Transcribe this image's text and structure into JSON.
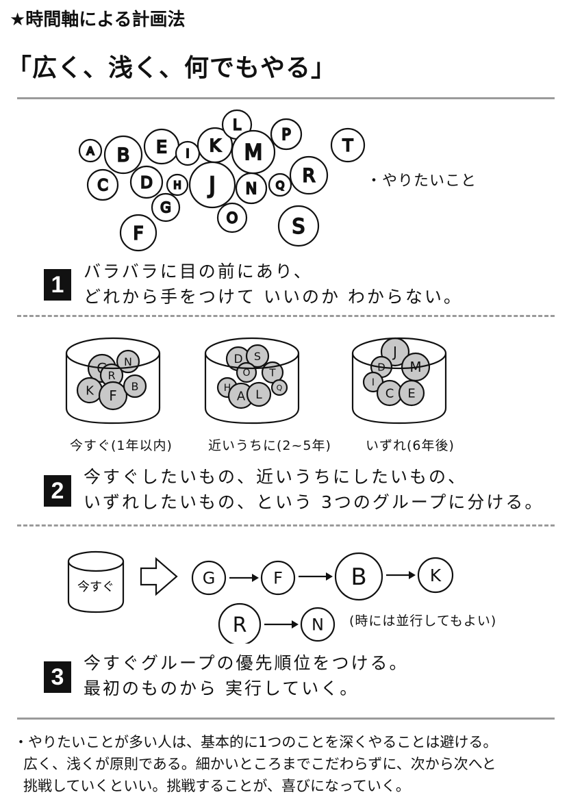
{
  "heading": "★時間軸による計画法",
  "title": "「広く、浅く、何でもやる」",
  "cloud": {
    "label": "・やりたいこと",
    "letters": [
      "A",
      "B",
      "E",
      "I",
      "K",
      "L",
      "M",
      "P",
      "T",
      "C",
      "D",
      "H",
      "J",
      "N",
      "Q",
      "R",
      "G",
      "O",
      "S",
      "F"
    ]
  },
  "step1": {
    "number": "1",
    "lines": [
      "バラバラに目の前にあり、",
      "どれから手をつけて いいのか わからない。"
    ]
  },
  "jars": [
    {
      "caption": "今すぐ(1年以内)",
      "letters": [
        "G",
        "N",
        "R",
        "K",
        "F",
        "B"
      ]
    },
    {
      "caption": "近いうちに(2~5年)",
      "letters": [
        "D",
        "S",
        "O",
        "T",
        "H",
        "A",
        "L",
        "Q"
      ]
    },
    {
      "caption": "いずれ(6年後)",
      "letters": [
        "J",
        "D",
        "M",
        "I",
        "C",
        "E"
      ]
    }
  ],
  "step2": {
    "number": "2",
    "lines": [
      "今すぐしたいもの、近いうちにしたいもの、",
      "いずれしたいもの、という 3つのグループに分ける。"
    ]
  },
  "flow": {
    "jar_label": "今すぐ",
    "row1": [
      "G",
      "F",
      "B",
      "K"
    ],
    "row2": [
      "R",
      "N"
    ],
    "note": "(時には並行してもよい)"
  },
  "step3": {
    "number": "3",
    "lines": [
      "今すぐグループの優先順位をつける。",
      "最初のものから 実行していく。"
    ]
  },
  "footnote": [
    "・やりたいことが多い人は、基本的に1つのことを深くやることは避ける。",
    "広く、浅くが原則である。細かいところまでこだわらずに、次から次へと",
    "挑戦していくといい。挑戦することが、喜びになっていく。"
  ]
}
